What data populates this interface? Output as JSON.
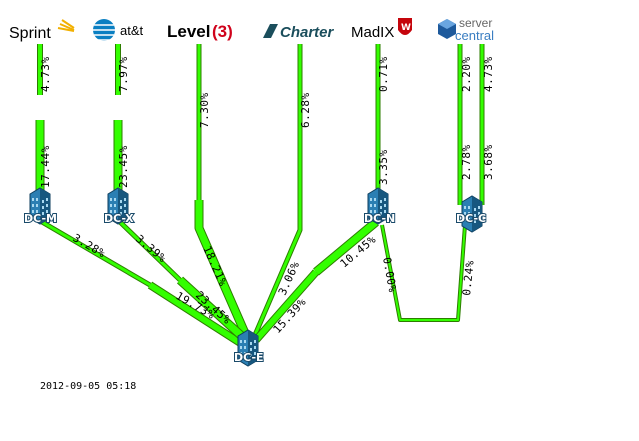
{
  "providers": {
    "sprint": "Sprint",
    "att": "at&t",
    "level3_a": "Level",
    "level3_b": "(3)",
    "charter": "Charter",
    "madix": "MadIX",
    "server_a": "server",
    "server_b": "central"
  },
  "nodes": {
    "dcm": "DC-M",
    "dcx": "DC-X",
    "dcn": "DC-N",
    "dcc": "DC-C",
    "dce": "DC-E"
  },
  "utilization": {
    "sprint_in": "4.73%",
    "sprint_out": "17.44%",
    "att_in": "7.97%",
    "att_out": "23.45%",
    "level3_in": "7.30%",
    "level3_out": "18.21%",
    "charter_in": "6.28%",
    "charter_out": "3.06%",
    "madix_in": "0.71%",
    "madix_out": "3.35%",
    "server_c1_in": "2.20%",
    "server_c1_out": "2.78%",
    "server_c2_in": "4.73%",
    "server_c2_out": "3.68%",
    "dcm_dce_a": "3.28%",
    "dcm_dce_b": "19.73%",
    "dcx_dce_a": "3.39%",
    "dcx_dce_b": "23.45%",
    "dcn_dce_a": "10.45%",
    "dcn_dce_b": "15.39%",
    "dcn_dcc_a": "0.00%",
    "dcn_dcc_b": "0.24%"
  },
  "timestamp": "2012-09-05 05:18",
  "colors": {
    "link_fill": "#33ff00",
    "link_border": "#2d7d00",
    "node": "#1f6f9f"
  },
  "icons": {
    "node": "datacenter-building-icon",
    "att": "att-globe-icon",
    "madix": "madix-crest-icon",
    "server_central": "server-central-cube-icon"
  }
}
